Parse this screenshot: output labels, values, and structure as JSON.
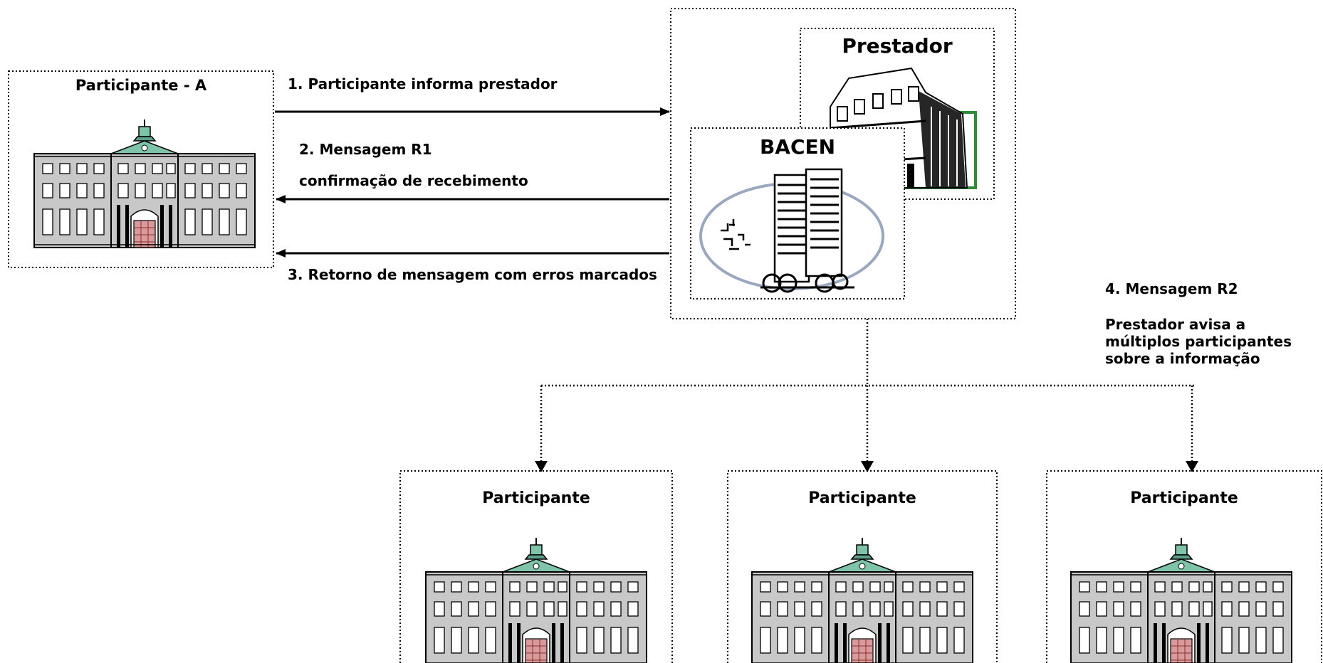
{
  "participant_a": {
    "title": "Participante - A"
  },
  "prestador": {
    "title": "Prestador"
  },
  "bacen": {
    "title": "BACEN"
  },
  "steps": {
    "step1": "1. Participante informa prestador",
    "step2_title": "2. Mensagem R1",
    "step2_desc": "confirmação de recebimento",
    "step3": "3. Retorno de mensagem com erros marcados",
    "step4_title": "4. Mensagem R2",
    "step4_desc": "Prestador avisa a múltiplos participantes sobre a informação"
  },
  "participants": [
    {
      "title": "Participante"
    },
    {
      "title": "Participante"
    },
    {
      "title": "Participante"
    }
  ],
  "colors": {
    "building_fill": "#c8c8c8",
    "roof": "#5aa08a",
    "door": "#c97070",
    "green_frame": "#2e8b3a",
    "ellipse": "#9aa8bf"
  }
}
